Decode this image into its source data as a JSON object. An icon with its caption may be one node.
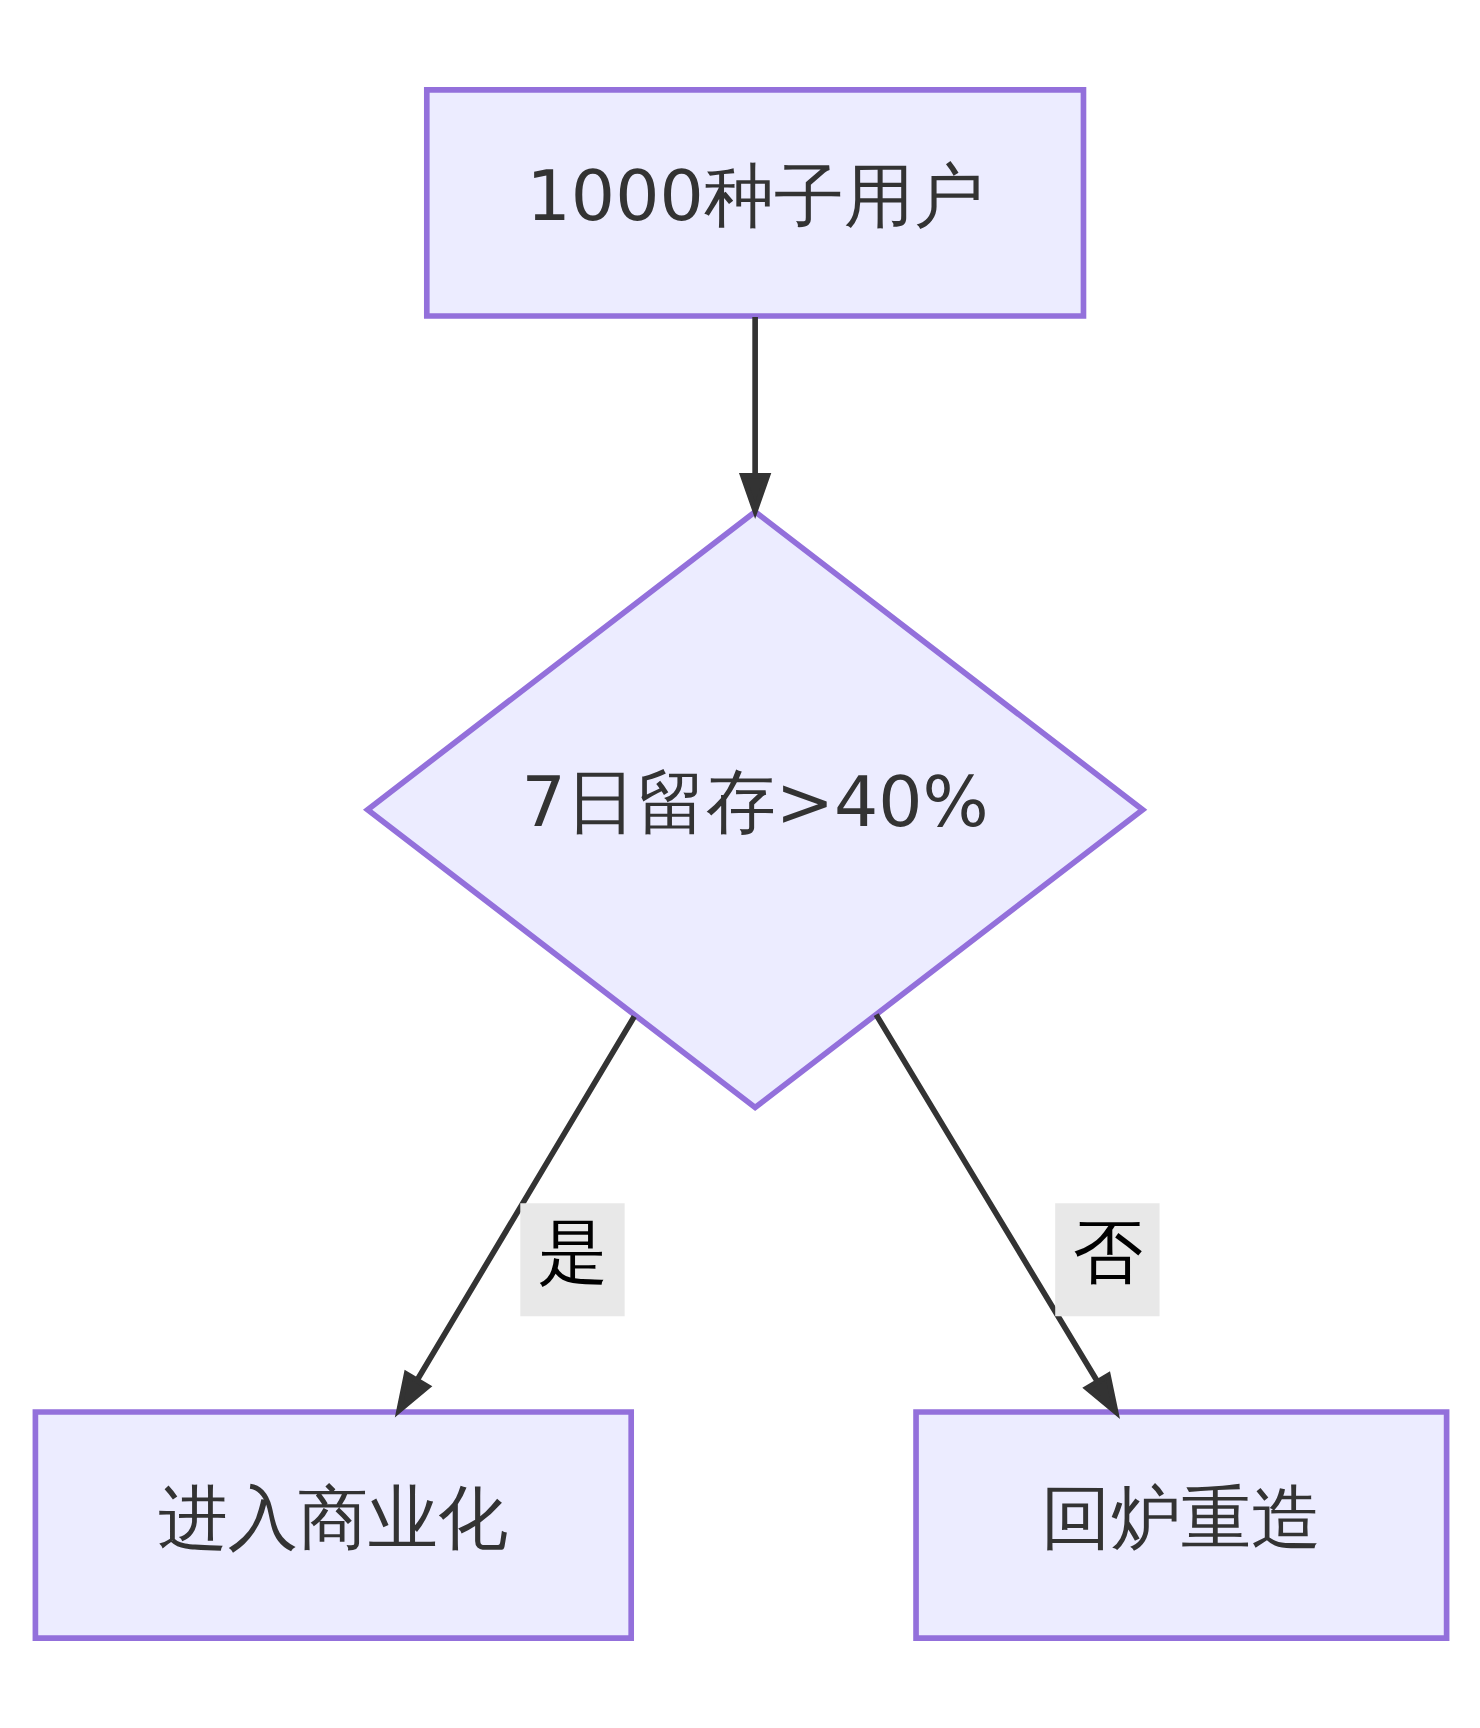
{
  "diagram": {
    "nodes": [
      {
        "text": [
          "1000种子用户"
        ]
      },
      {
        "text": [
          "7日留存>40%"
        ]
      },
      {
        "text": [
          "进入商业化"
        ]
      },
      {
        "text": [
          "回炉重造"
        ]
      }
    ],
    "edges": [
      {
        "from": 0,
        "to": 1,
        "arrow": "to"
      },
      {
        "from": 1,
        "to": 2,
        "arrow": "to",
        "label": "是"
      },
      {
        "from": 1,
        "to": 3,
        "arrow": "to",
        "label": "否"
      }
    ]
  }
}
